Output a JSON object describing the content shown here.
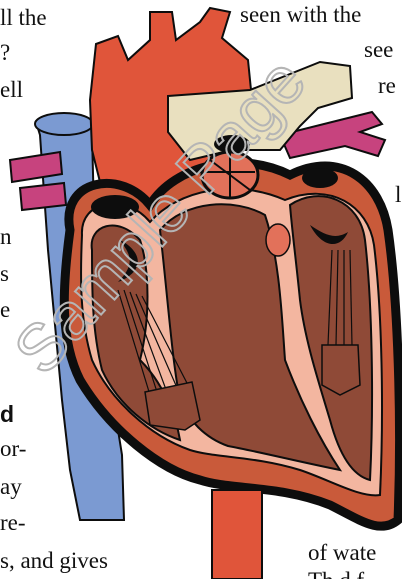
{
  "text_fragments": {
    "left": [
      "ll the",
      "?",
      "ell",
      "n",
      "s",
      "e",
      "d",
      "or-",
      "ay",
      "re-",
      "s, and gives"
    ],
    "right": [
      "seen with the",
      "see",
      "re",
      "l",
      "of wate",
      "Th d f"
    ]
  },
  "watermark": {
    "text": "Sample Page",
    "color": "#b5b5b5"
  },
  "figure": {
    "colors": {
      "outline": "#0d0d0d",
      "aorta": "#e0553a",
      "vena_cava": "#7b9ad2",
      "pulmonary_artery": "#e9e0bf",
      "pulmonary_vein": "#c7437e",
      "muscle": "#c95a3a",
      "inner_wall": "#f3b6a0",
      "chamber": "#8f4a37",
      "valve": "#e2715a"
    }
  }
}
